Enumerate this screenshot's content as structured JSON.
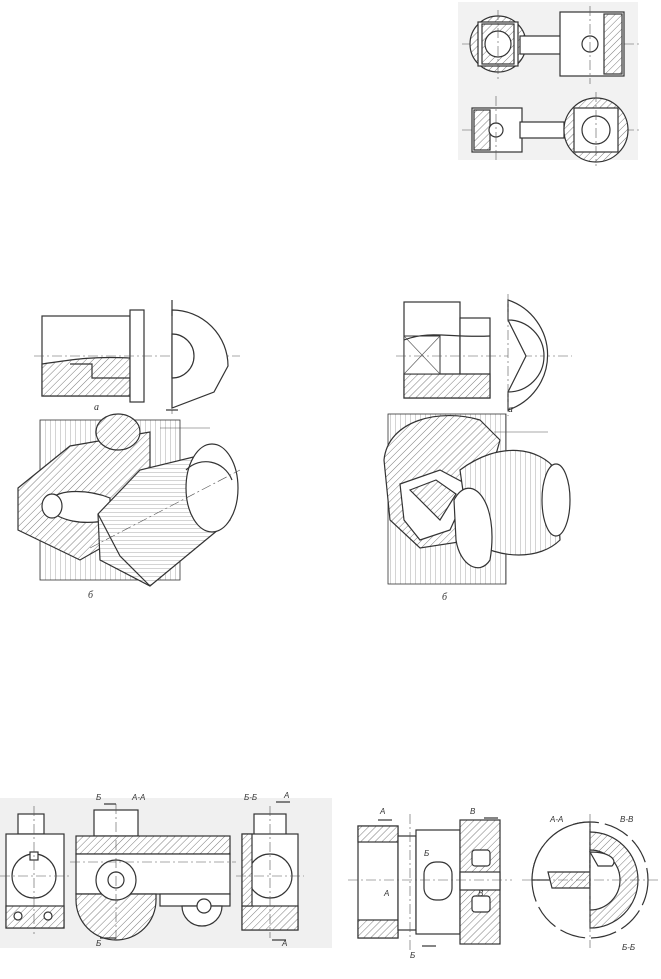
{
  "labels": {
    "fig_left_a": "а",
    "fig_left_b": "б",
    "fig_right_a": "а",
    "fig_right_b": "б",
    "sec_b_top": "Б",
    "sec_aa": "А-А",
    "sec_bb": "Б-Б",
    "sec_a_top": "А",
    "sec_b_bottom": "Б",
    "sec_a_bottom": "А",
    "r_a_top": "А",
    "r_v_top": "В",
    "r_b_mid": "Б",
    "r_a_mid": "А",
    "r_v_mid": "В",
    "r_b_bottom": "Б",
    "r_aa": "А-А",
    "r_vv": "В-В",
    "r_bb": "Б-Б"
  }
}
